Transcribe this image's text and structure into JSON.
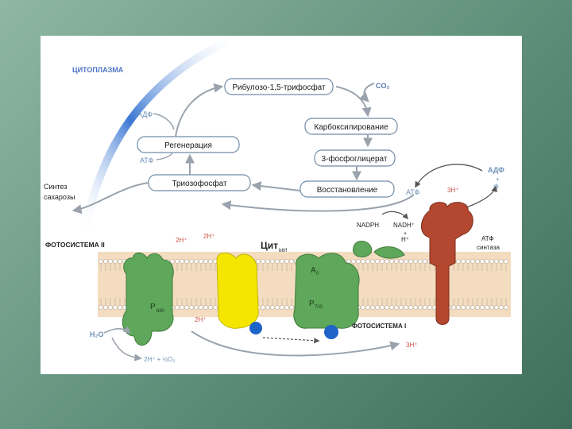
{
  "labels": {
    "cytoplasm": "ЦИТОПЛАЗМА",
    "ribulose": "Рибулозо-1,5-трифосфат",
    "co2": "CO₂",
    "carboxylation": "Карбоксилирование",
    "regeneration": "Регенерация",
    "pga": "3-фосфоглицерат",
    "triose": "Триозофосфат",
    "reduction": "Восстановление",
    "adp1": "АДФ",
    "atp1": "АТФ",
    "sucrose1": "Син­тез",
    "sucrose2": "сахарозы",
    "adp2": "АДФ",
    "pi": "Ф",
    "atp2": "АТФ",
    "h3top": "3Н⁺",
    "nadph": "NADPH",
    "nadh": "NADH⁺",
    "hplus": "H⁺",
    "ps2": "ФОТОСИСТЕМА II",
    "h2a": "2Н⁺",
    "h2b": "2Н⁺",
    "cyt": "Цит",
    "cytsub": "b6/f",
    "atpsynth1": "АТФ",
    "atpsynth2": "син­таза",
    "p680": "P",
    "p680sub": "680",
    "a0": "A",
    "a0sub": "0",
    "p700": "P",
    "p700sub": "700",
    "h2c": "2Н⁺",
    "h2o": "H₂O",
    "o2": "2Н⁺ + ½O₂",
    "ps1": "ФОТОСИСТЕМА I",
    "h3bottom": "3Н⁺",
    "plusA": "+",
    "plusB": "+"
  },
  "colors": {
    "ps2": "#5fa75a",
    "cyt": "#f4e600",
    "ps1": "#5fa75a",
    "atpsynthase": "#b4472f",
    "plastocyanin": "#1e64c8",
    "arc": "#2f6fd0"
  }
}
